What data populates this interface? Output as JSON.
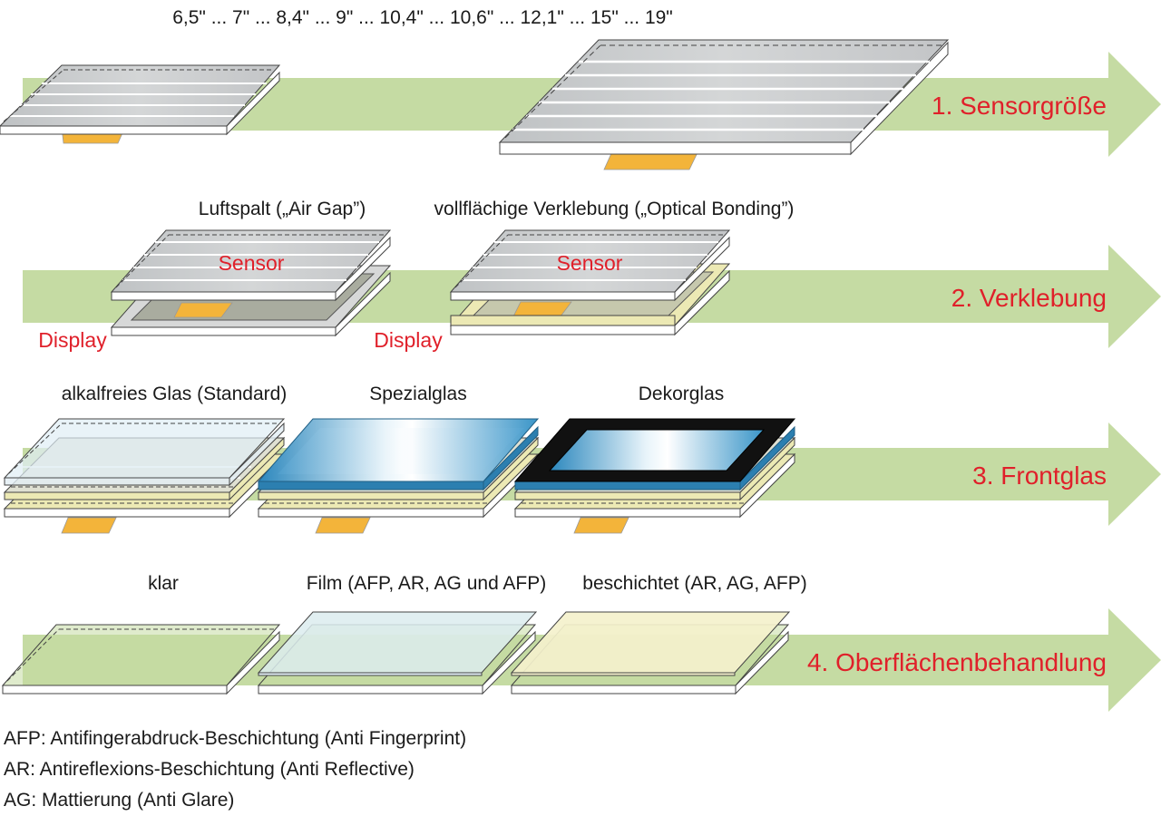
{
  "sizes_label": "6,5\" ... 7\" ... 8,4\" ... 9\" ... 10,4\" ... 10,6\" ... 12,1\" ... 15\" ... 19\"",
  "stages": [
    {
      "label": "1. Sensorgröße"
    },
    {
      "label": "2. Verklebung"
    },
    {
      "label": "3. Frontglas"
    },
    {
      "label": "4. Oberflächenbehandlung"
    }
  ],
  "bonding": {
    "air_gap": {
      "title": "Luftspalt („Air Gap”)",
      "sensor": "Sensor",
      "display": "Display"
    },
    "optical": {
      "title": "vollflächige Verklebung („Optical Bonding”)",
      "sensor": "Sensor",
      "display": "Display"
    }
  },
  "frontglass": {
    "standard": "alkalfreies Glas (Standard)",
    "special": "Spezialglas",
    "decor": "Dekorglas"
  },
  "surface": {
    "clear": "klar",
    "film": "Film (AFP, AR, AG und AFP)",
    "coated": "beschichtet (AR, AG, AFP)"
  },
  "legend": [
    "AFP: Antifingerabdruck-Beschichtung (Anti Fingerprint)",
    "AR: Antireflexions-Beschichtung (Anti Reflective)",
    "AG: Mattierung (Anti Glare)"
  ],
  "colors": {
    "arrow": "#c5dba3",
    "accent_red": "#e0202a",
    "sensor_gray": "#c8cacb",
    "connector": "#f3b43a",
    "optical_glue": "#ece9b4",
    "special_glass": "#3d9fd0",
    "decor_frame": "#111111"
  }
}
